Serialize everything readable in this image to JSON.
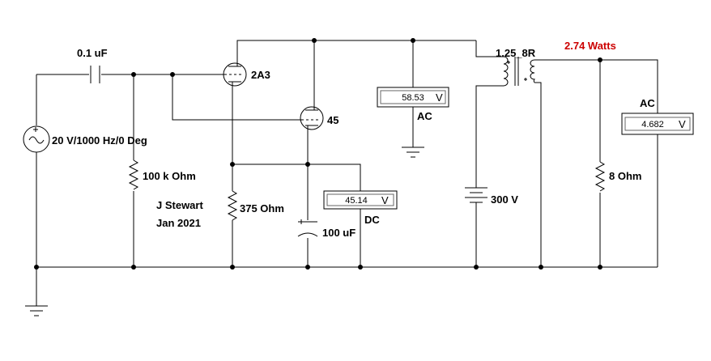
{
  "labels": {
    "cap1": "0.1 uF",
    "source": "20 V/1000 Hz/0 Deg",
    "r1": "100 k Ohm",
    "tube1": "2A3",
    "tube2": "45",
    "author": "J Stewart",
    "date": "Jan 2021",
    "r2": "375  Ohm",
    "cap2": "100 uF",
    "battery": "300 V",
    "transformer": "1.25_8R",
    "power": "2.74 Watts",
    "load": "8  Ohm"
  },
  "meters": {
    "m1": {
      "value": "58.53",
      "unit": "V",
      "mode": "AC"
    },
    "m2": {
      "value": "45.14",
      "unit": "V",
      "mode": "DC"
    },
    "m3": {
      "value": "4.682",
      "unit": "V",
      "mode": "AC"
    }
  },
  "colors": {
    "wire": "#000000",
    "power_label": "#cc0000"
  }
}
